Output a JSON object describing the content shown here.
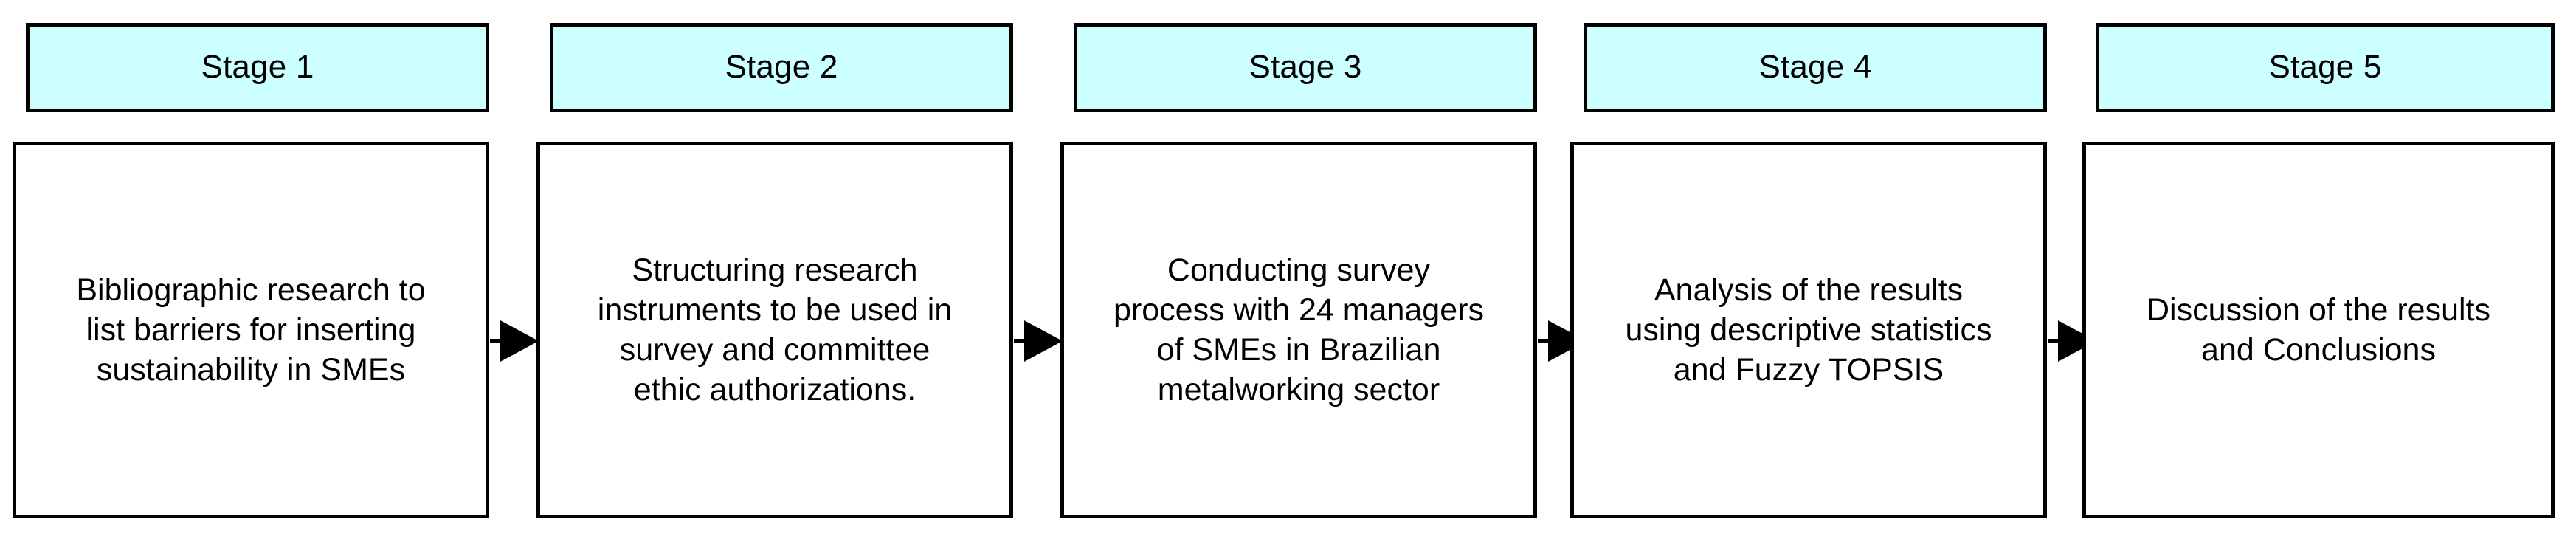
{
  "figure": {
    "title": "Research methodology stages flowchart",
    "background_color": "#ffffff",
    "header_fill_color": "#ccffff",
    "border_color": "#000000",
    "text_color": "#000000",
    "connector_icon": "right-arrow-icon"
  },
  "stages": [
    {
      "header": "Stage 1",
      "body": "Bibliographic research to\nlist barriers for inserting\nsustainability in SMEs"
    },
    {
      "header": "Stage 2",
      "body": "Structuring research\ninstruments to be used in\nsurvey and committee\nethic authorizations."
    },
    {
      "header": "Stage 3",
      "body": "Conducting survey\nprocess with 24 managers\nof SMEs in Brazilian\nmetalworking sector"
    },
    {
      "header": "Stage 4",
      "body": "Analysis of the results\nusing descriptive statistics\nand Fuzzy TOPSIS"
    },
    {
      "header": "Stage 5",
      "body": "Discussion of the results\nand  Conclusions"
    }
  ],
  "connectors": [
    {
      "from": "Stage 1",
      "to": "Stage 2",
      "direction": "right"
    },
    {
      "from": "Stage 2",
      "to": "Stage 3",
      "direction": "right"
    },
    {
      "from": "Stage 3",
      "to": "Stage 4",
      "direction": "right"
    },
    {
      "from": "Stage 4",
      "to": "Stage 5",
      "direction": "right"
    }
  ]
}
